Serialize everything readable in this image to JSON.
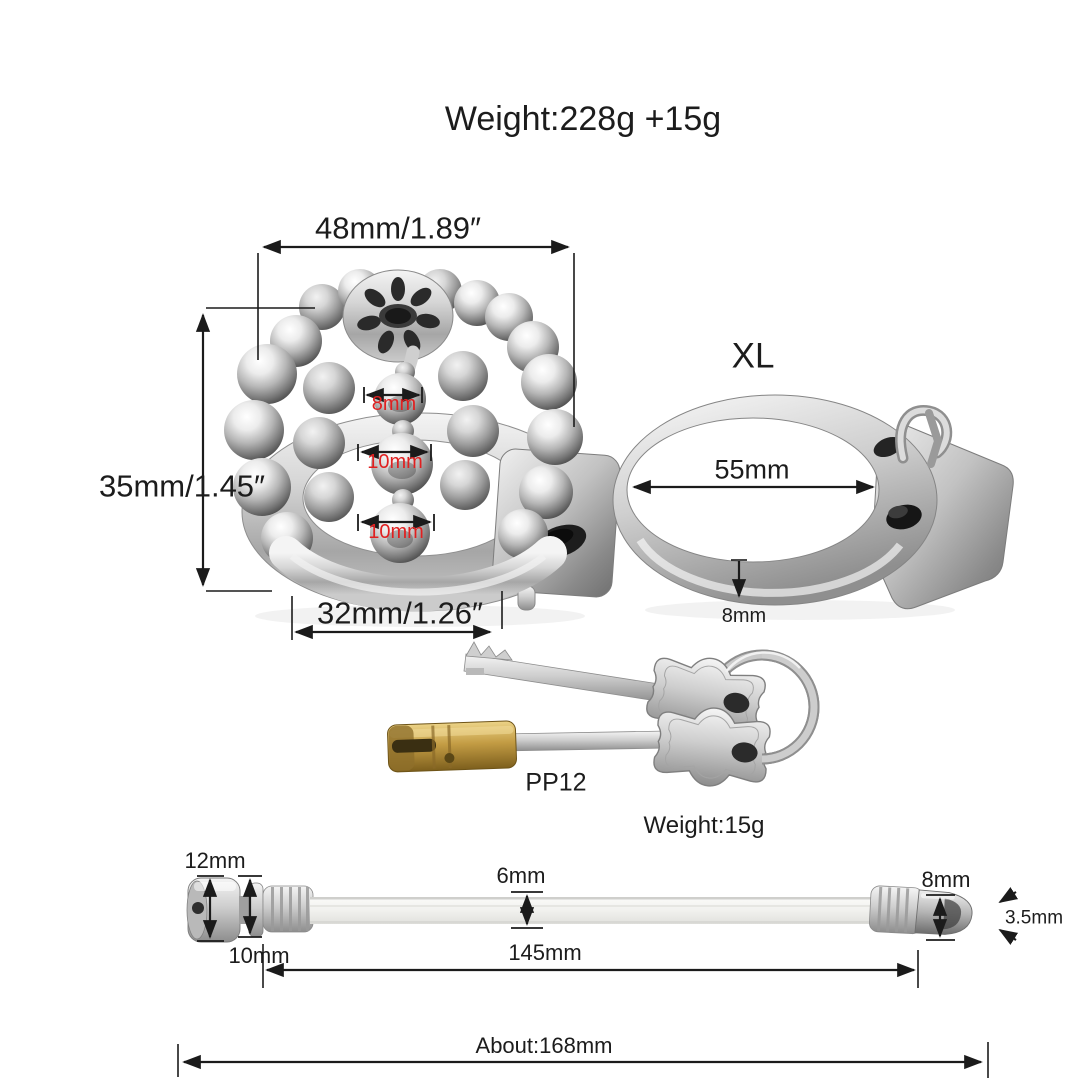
{
  "title": "Weight:228g +15g",
  "colors": {
    "background": "#ffffff",
    "dimension_text": "#1c1c1c",
    "ball_dimension_red": "#e02020",
    "brass": "#b78f33",
    "steel": "#c0c0c0"
  },
  "cage": {
    "width_dim": "48mm/1.89″",
    "height_dim": "35mm/1.45″",
    "base_dim": "32mm/1.26″",
    "ball_dims": [
      "8mm",
      "10mm",
      "10mm"
    ]
  },
  "ring": {
    "size_label": "XL",
    "inner_diameter": "55mm",
    "band_thickness": "8mm"
  },
  "lock": {
    "model": "PP12",
    "weight_label": "Weight:15g"
  },
  "sound": {
    "cap_diameter": "12mm",
    "collar_diameter": "10mm",
    "tube_diameter": "6mm",
    "tip_diameter": "8mm",
    "tip_hole": "3.5mm",
    "shaft_length": "145mm",
    "total_length": "About:168mm"
  }
}
